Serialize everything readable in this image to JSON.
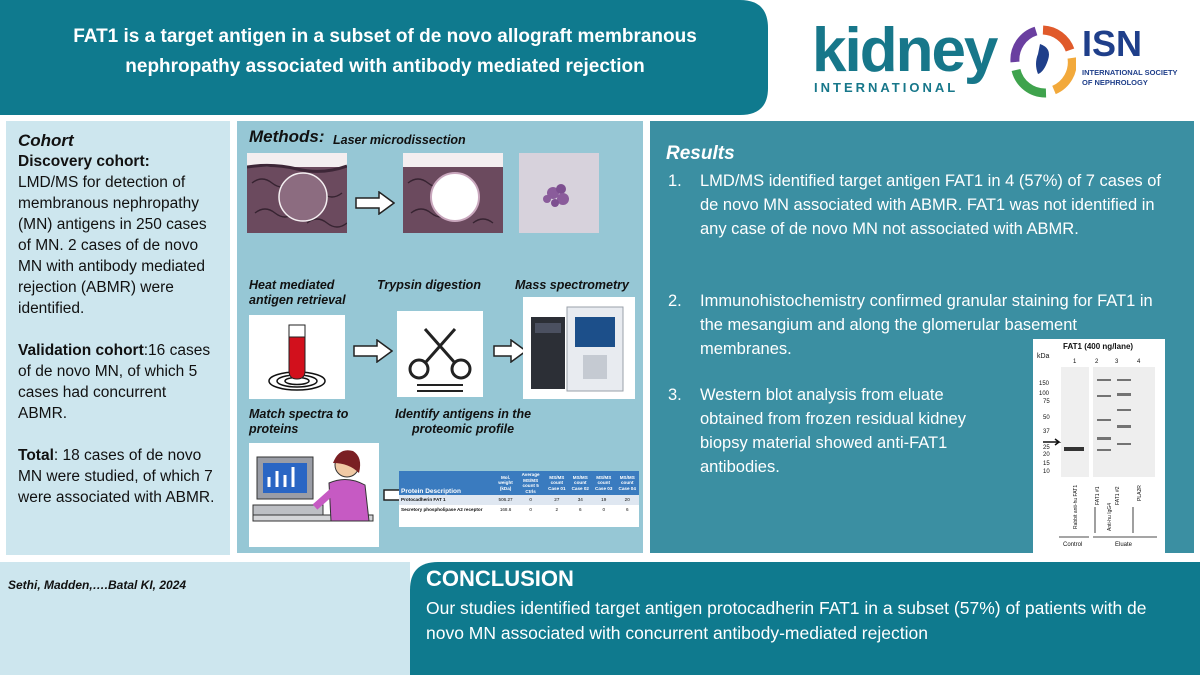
{
  "title": "FAT1 is a target antigen in a subset of de novo allograft membranous nephropathy associated with antibody mediated rejection",
  "logos": {
    "ki_word": "kidney",
    "ki_sub": "INTERNATIONAL",
    "isn_abbr": "ISN",
    "isn_full": "INTERNATIONAL SOCIETY OF NEPHROLOGY"
  },
  "cohort": {
    "title": "Cohort",
    "discovery_heading": "Discovery cohort:",
    "discovery_text": "LMD/MS for detection of membranous nephropathy (MN) antigens in 250 cases of MN. 2 cases of  de novo MN with antibody mediated rejection (ABMR) were identified.",
    "validation_heading": "Validation cohort",
    "validation_text": ":16 cases of de novo MN, of which 5 cases had concurrent ABMR.",
    "total_heading": "Total",
    "total_text": ": 18 cases of de novo MN were studied, of which 7 were associated with ABMR."
  },
  "methods": {
    "title": "Methods:",
    "subtitle": "Laser microdissection",
    "step_heat": "Heat mediated antigen retrieval",
    "step_trypsin": "Trypsin digestion",
    "step_mass": "Mass spectrometry",
    "step_match": "Match spectra to proteins",
    "step_identify": "Identify antigens in the proteomic profile",
    "table": {
      "headers": [
        "Protein Description",
        "Mol. weight (kDa)",
        "Average MS/MS count 5 Ctrls",
        "MS/MS count Case 01",
        "MS/MS count Case 02",
        "MS/MS count Case 03",
        "MS/MS count Case 04"
      ],
      "rows": [
        [
          "Protocadherin FAT 1",
          "506.27",
          "0",
          "27",
          "34",
          "19",
          "20"
        ],
        [
          "Secretory phospholipase A2 receptor",
          "168.6",
          "0",
          "2",
          "6",
          "0",
          "6"
        ]
      ]
    }
  },
  "results": {
    "title": "Results",
    "items": [
      {
        "num": "1.",
        "text": "LMD/MS identified target antigen FAT1 in 4 (57%) of 7 cases of de novo MN associated with ABMR. FAT1 was not identified in any case of de novo MN not associated with ABMR."
      },
      {
        "num": "2.",
        "text": "Immunohistochemistry confirmed granular staining for FAT1 in the mesangium and along the glomerular basement membranes."
      },
      {
        "num": "3.",
        "text": "Western blot analysis from eluate obtained from frozen residual kidney biopsy material showed anti-FAT1 antibodies."
      }
    ],
    "blot": {
      "title": "FAT1  (400 ng/lane)",
      "kda_label": "kDa",
      "markers": [
        "150",
        "100",
        "75",
        "50",
        "37",
        "25",
        "20",
        "15",
        "10"
      ],
      "lanes": [
        "1",
        "2",
        "3",
        "4"
      ],
      "lane_labels": [
        "Rabbit anti-hu FAT1",
        "FAT1 #1",
        "FAT1 #2",
        "PLA2R"
      ],
      "antibody_label": "Anti-hu IgG4",
      "group_control": "Control",
      "group_eluate": "Eluate"
    }
  },
  "citation": "Sethi, Madden,….Batal KI, 2024",
  "conclusion": {
    "title": "CONCLUSION",
    "text": "Our studies identified target antigen protocadherin FAT1 in a subset (57%) of patients with de novo MN associated with concurrent antibody-mediated rejection"
  },
  "colors": {
    "header_teal": "#0f7a8e",
    "cohort_bg": "#cde6ee",
    "methods_bg": "#96c7d5",
    "results_bg": "#3b8fa2",
    "conclusion_teal": "#0f7a8e",
    "ki_teal": "#17778a",
    "isn_blue": "#1f3f8a"
  }
}
